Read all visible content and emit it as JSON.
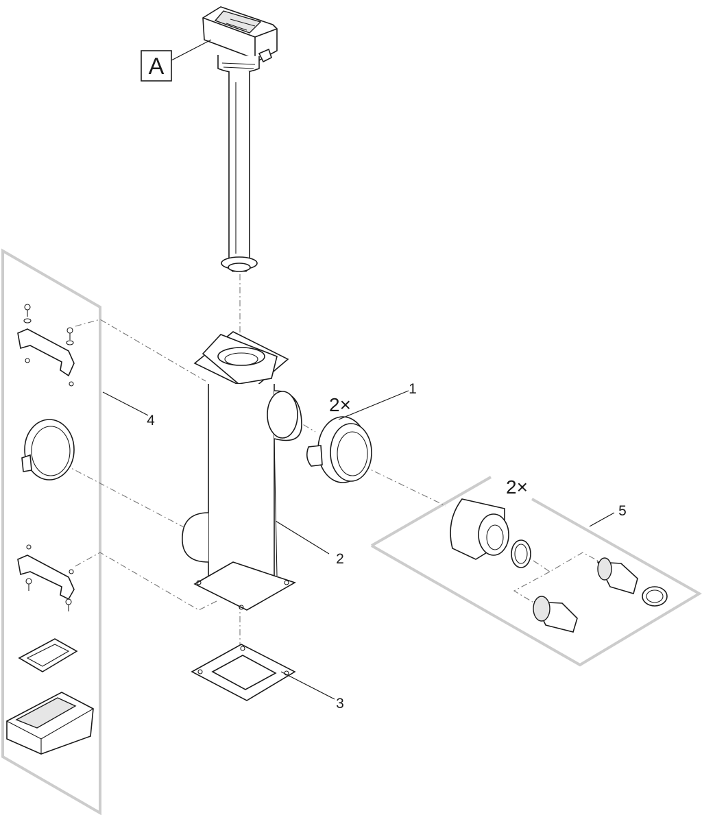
{
  "callouts": {
    "box_label": "A",
    "part_1": "1",
    "part_2": "2",
    "part_3": "3",
    "part_4": "4",
    "part_5": "5",
    "qty_part_1": "2×",
    "qty_part_5": "2×"
  },
  "colors": {
    "line": "#1a1a1a",
    "panel_frame": "#cccccc",
    "axis_dash": "#777777",
    "shading": "#e6e6e6"
  }
}
